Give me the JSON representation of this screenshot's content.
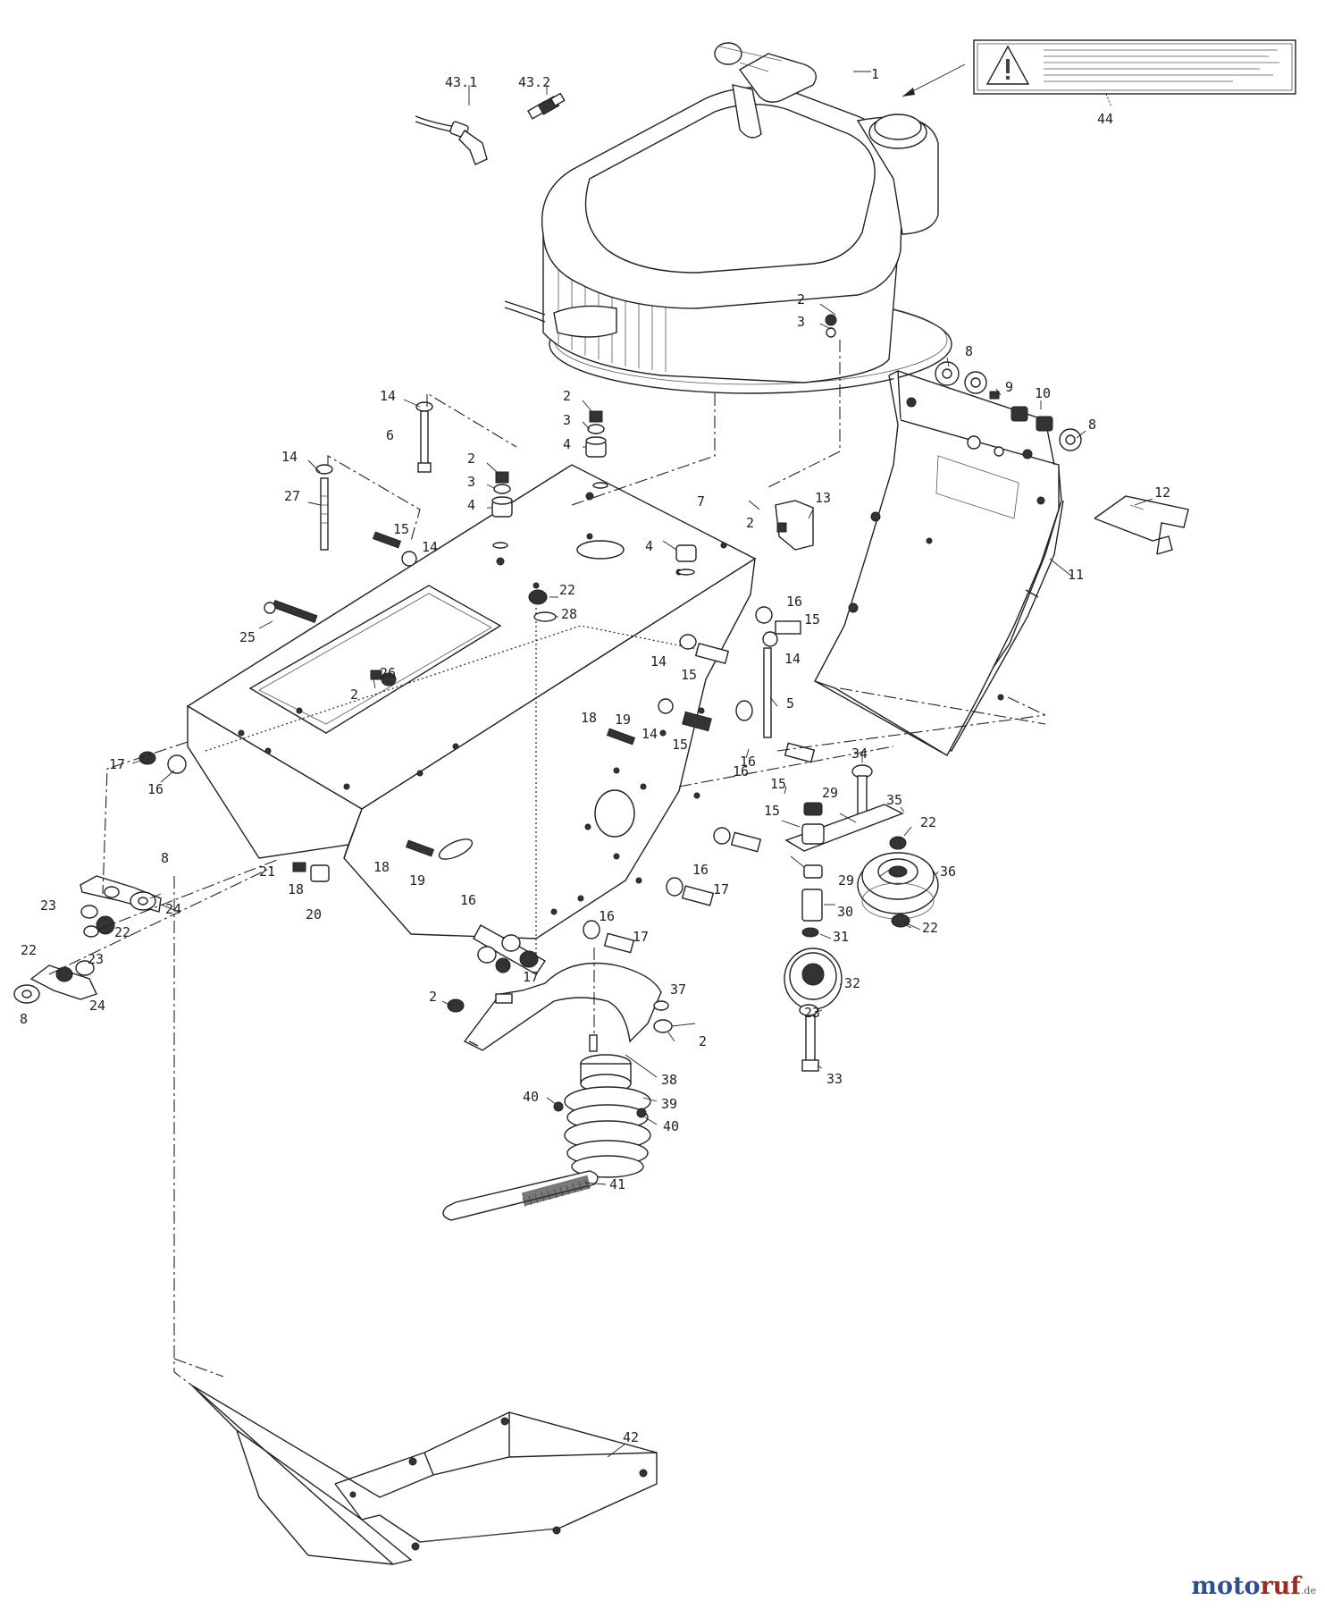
{
  "labels": [
    {
      "id": "l1",
      "text": "1"
    },
    {
      "id": "l44",
      "text": "44"
    },
    {
      "id": "l431",
      "text": "43.1"
    },
    {
      "id": "l432",
      "text": "43.2"
    },
    {
      "id": "l2a",
      "text": "2"
    },
    {
      "id": "l3a",
      "text": "3"
    },
    {
      "id": "l8a",
      "text": "8"
    },
    {
      "id": "l9",
      "text": "9"
    },
    {
      "id": "l10",
      "text": "10"
    },
    {
      "id": "l8b",
      "text": "8"
    },
    {
      "id": "l14a",
      "text": "14"
    },
    {
      "id": "l6",
      "text": "6"
    },
    {
      "id": "l2b",
      "text": "2"
    },
    {
      "id": "l3b",
      "text": "3"
    },
    {
      "id": "l4a",
      "text": "4"
    },
    {
      "id": "l14b",
      "text": "14"
    },
    {
      "id": "l27",
      "text": "27"
    },
    {
      "id": "l2c",
      "text": "2"
    },
    {
      "id": "l3c",
      "text": "3"
    },
    {
      "id": "l4b",
      "text": "4"
    },
    {
      "id": "l7",
      "text": "7"
    },
    {
      "id": "l13",
      "text": "13"
    },
    {
      "id": "l2d",
      "text": "2"
    },
    {
      "id": "l4c",
      "text": "4"
    },
    {
      "id": "l15a",
      "text": "15"
    },
    {
      "id": "l14c",
      "text": "14"
    },
    {
      "id": "l12",
      "text": "12"
    },
    {
      "id": "l11",
      "text": "11"
    },
    {
      "id": "l22a",
      "text": "22"
    },
    {
      "id": "l28",
      "text": "28"
    },
    {
      "id": "l25",
      "text": "25"
    },
    {
      "id": "l16a",
      "text": "16"
    },
    {
      "id": "l15b",
      "text": "15"
    },
    {
      "id": "l14d",
      "text": "14"
    },
    {
      "id": "l14e",
      "text": "14"
    },
    {
      "id": "l15c",
      "text": "15"
    },
    {
      "id": "l2e",
      "text": "2"
    },
    {
      "id": "l26",
      "text": "26"
    },
    {
      "id": "l5",
      "text": "5"
    },
    {
      "id": "l18a",
      "text": "18"
    },
    {
      "id": "l19a",
      "text": "19"
    },
    {
      "id": "l14f",
      "text": "14"
    },
    {
      "id": "l15d",
      "text": "15"
    },
    {
      "id": "l16b",
      "text": "16"
    },
    {
      "id": "l15e",
      "text": "15"
    },
    {
      "id": "l17a",
      "text": "17"
    },
    {
      "id": "l16c",
      "text": "16"
    },
    {
      "id": "l34",
      "text": "34"
    },
    {
      "id": "l16d",
      "text": "16"
    },
    {
      "id": "l29a",
      "text": "29"
    },
    {
      "id": "l35",
      "text": "35"
    },
    {
      "id": "l15f",
      "text": "15"
    },
    {
      "id": "l22b",
      "text": "22"
    },
    {
      "id": "l8c",
      "text": "8"
    },
    {
      "id": "l21",
      "text": "21"
    },
    {
      "id": "l18b",
      "text": "18"
    },
    {
      "id": "l20",
      "text": "20"
    },
    {
      "id": "l18c",
      "text": "18"
    },
    {
      "id": "l19b",
      "text": "19"
    },
    {
      "id": "l16e",
      "text": "16"
    },
    {
      "id": "l17b",
      "text": "17"
    },
    {
      "id": "l29b",
      "text": "29"
    },
    {
      "id": "l36",
      "text": "36"
    },
    {
      "id": "l24a",
      "text": "24"
    },
    {
      "id": "l23a",
      "text": "23"
    },
    {
      "id": "l22c",
      "text": "22"
    },
    {
      "id": "l16f",
      "text": "16"
    },
    {
      "id": "l16g",
      "text": "16"
    },
    {
      "id": "l17c",
      "text": "17"
    },
    {
      "id": "l30",
      "text": "30"
    },
    {
      "id": "l22d",
      "text": "22"
    },
    {
      "id": "l31",
      "text": "31"
    },
    {
      "id": "l22e",
      "text": "22"
    },
    {
      "id": "l23b",
      "text": "23"
    },
    {
      "id": "l17d",
      "text": "17"
    },
    {
      "id": "l32",
      "text": "32"
    },
    {
      "id": "l8d",
      "text": "8"
    },
    {
      "id": "l24b",
      "text": "24"
    },
    {
      "id": "l37",
      "text": "37"
    },
    {
      "id": "l2f",
      "text": "2"
    },
    {
      "id": "l23c",
      "text": "23"
    },
    {
      "id": "l2g",
      "text": "2"
    },
    {
      "id": "l38",
      "text": "38"
    },
    {
      "id": "l33",
      "text": "33"
    },
    {
      "id": "l39",
      "text": "39"
    },
    {
      "id": "l40a",
      "text": "40"
    },
    {
      "id": "l40b",
      "text": "40"
    },
    {
      "id": "l41",
      "text": "41"
    },
    {
      "id": "l42",
      "text": "42"
    }
  ],
  "brand": {
    "part1": "moto",
    "part2": "ruf",
    "part3": ".de"
  }
}
